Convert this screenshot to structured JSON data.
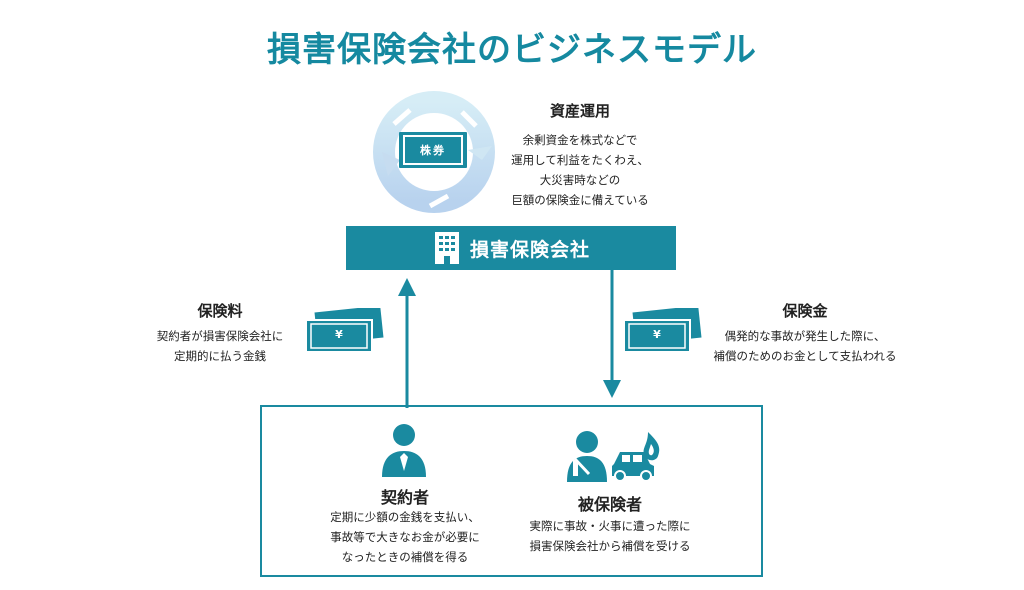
{
  "title": "損害保険会社のビジネスモデル",
  "asset_management": {
    "heading": "資産運用",
    "stock_label": "株券",
    "lines": [
      "余剰資金を株式などで",
      "運用して利益をたくわえ、",
      "大災害時などの",
      "巨額の保険金に備えている"
    ]
  },
  "company": {
    "name": "損害保険会社",
    "icon": "building-icon"
  },
  "premium": {
    "heading": "保険料",
    "lines": [
      "契約者が損害保険会社に",
      "定期的に払う金銭"
    ],
    "yen": "¥"
  },
  "payout": {
    "heading": "保険金",
    "lines": [
      "偶発的な事故が発生した際に、",
      "補償のためのお金として支払われる"
    ],
    "yen": "¥"
  },
  "policyholder": {
    "heading": "契約者",
    "lines": [
      "定期に少額の金銭を支払い、",
      "事故等で大きなお金が必要に",
      "なったときの補償を得る"
    ]
  },
  "insured": {
    "heading": "被保険者",
    "lines": [
      "実際に事故・火事に遭った際に",
      "損害保険会社から補償を受ける"
    ]
  },
  "colors": {
    "accent": "#1a8aa0",
    "title": "#1589a0",
    "light_cycle": "#cde8f3"
  }
}
